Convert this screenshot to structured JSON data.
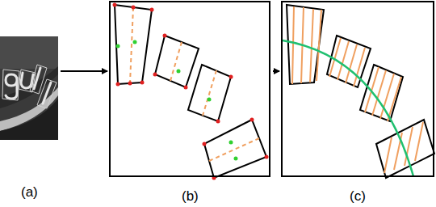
{
  "diagram": {
    "nodes": [
      {
        "text": [
          "(a)"
        ]
      },
      {
        "text": [
          "(b)"
        ]
      },
      {
        "text": [
          "(c)"
        ]
      }
    ],
    "edges": [
      {
        "from": 0,
        "to": 1,
        "arrow": "to"
      },
      {
        "from": 1,
        "to": 2,
        "arrow": "to"
      }
    ]
  }
}
